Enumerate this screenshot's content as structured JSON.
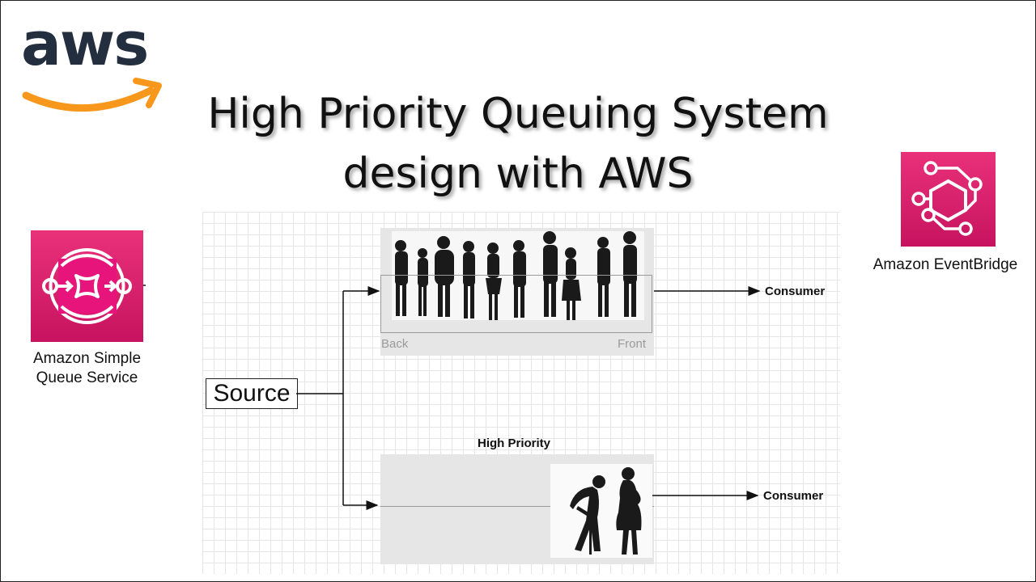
{
  "title": {
    "line1": "High Priority Queuing System",
    "line2": "design with AWS"
  },
  "logo": {
    "text": "aws",
    "smile_color": "#f7981d",
    "text_color": "#232f3e"
  },
  "services": {
    "sqs": {
      "label_line1": "Amazon Simple",
      "label_line2": "Queue Service",
      "icon": "sqs-icon",
      "color": "#e7157b"
    },
    "eventbridge": {
      "label": "Amazon EventBridge",
      "icon": "eventbridge-icon",
      "color": "#e7157b"
    }
  },
  "diagram": {
    "source_label": "Source",
    "normal_queue": {
      "back_label": "Back",
      "front_label": "Front",
      "consumer_label": "Consumer"
    },
    "high_priority_queue": {
      "title": "High Priority",
      "consumer_label": "Consumer"
    }
  }
}
